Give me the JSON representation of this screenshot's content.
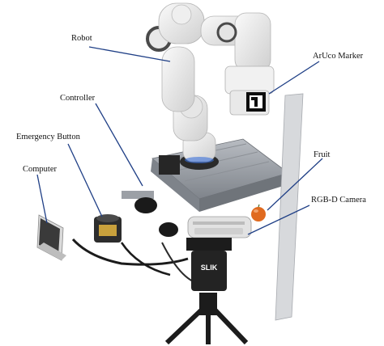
{
  "labels": {
    "robot": "Robot",
    "aruco_marker": "ArUco Marker",
    "controller": "Controller",
    "emergency_button": "Emergency Button",
    "fruit": "Fruit",
    "computer": "Computer",
    "rgbd_camera": "RGB-D Camera"
  },
  "camera_brand": "SLIK",
  "colors": {
    "leader_line": "#1f3f86",
    "robot_white": "#ececec",
    "robot_joint": "#4a4a4a",
    "table_metal": "#9ea3aa",
    "fruit": "#e06a1f",
    "tripod": "#1c1c1c"
  }
}
